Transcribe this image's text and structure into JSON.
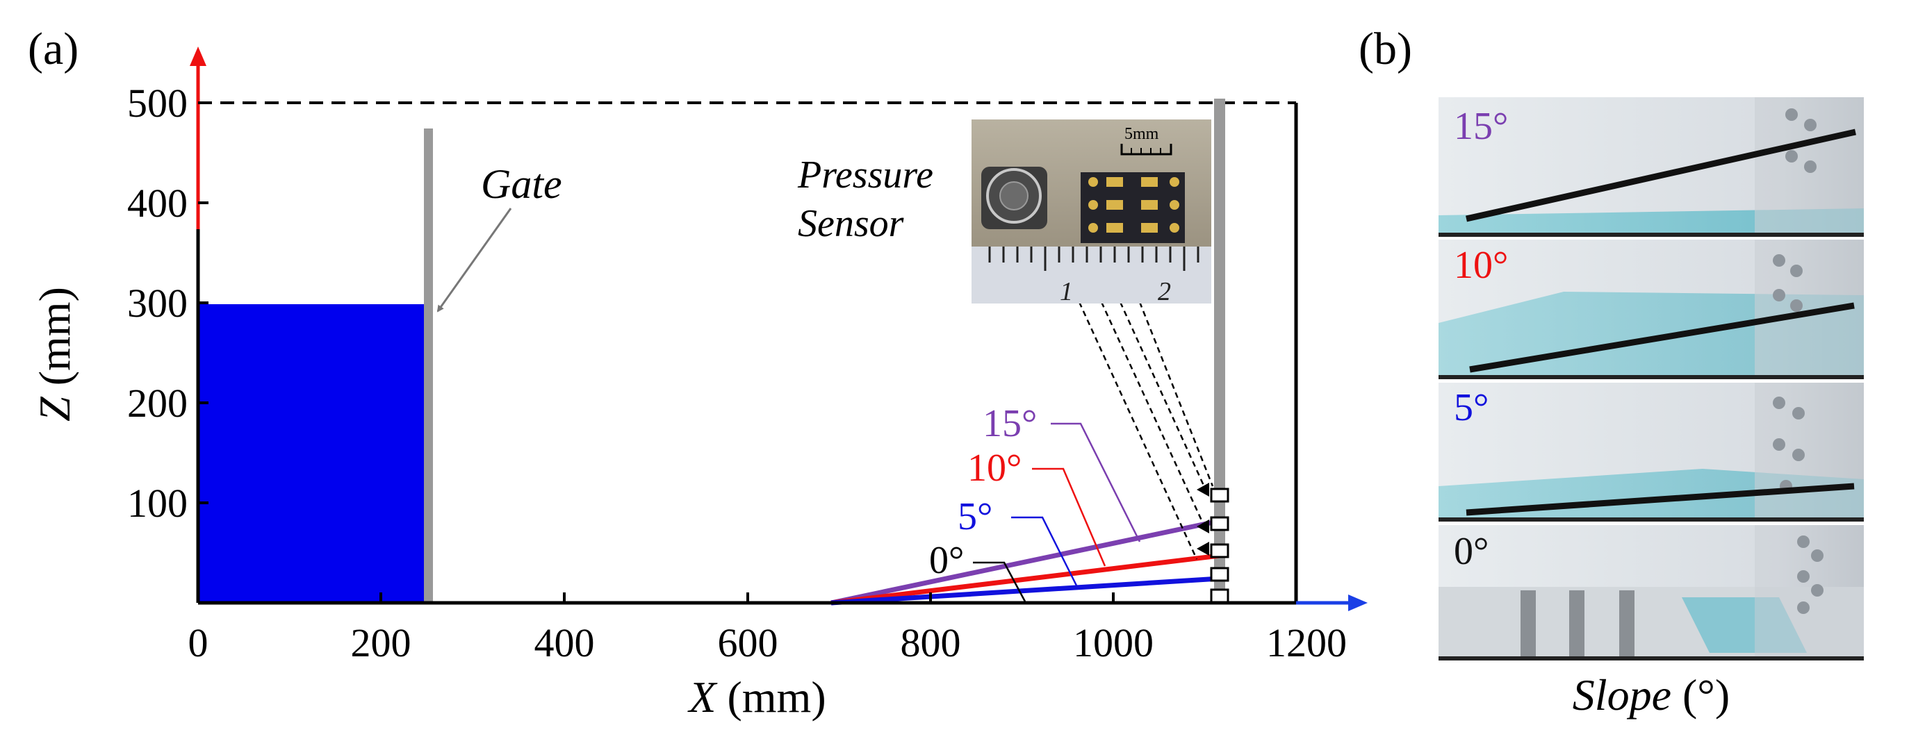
{
  "panel_a": {
    "label": "(a)",
    "xlabel_var": "X",
    "xlabel_unit": " (mm)",
    "ylabel_var": "Z",
    "ylabel_unit": " (mm)",
    "x_ticks": [
      "0",
      "200",
      "400",
      "600",
      "800",
      "1000",
      "1200"
    ],
    "y_ticks": [
      "100",
      "200",
      "300",
      "400",
      "500"
    ],
    "gate_label": "Gate",
    "sensor_label_1": "Pressure",
    "sensor_label_2": "Sensor",
    "scale_label": "5mm",
    "ruler_labels": [
      "1",
      "2"
    ],
    "slope_labels": [
      "15°",
      "10°",
      "5°",
      "0°"
    ],
    "colors": {
      "water": "#0000ee",
      "slope_15": "#7b3fb0",
      "slope_10": "#ee1111",
      "slope_5": "#1111dd",
      "slope_0": "#000000",
      "x_axis_arrow": "#1a3fe6",
      "z_axis_arrow": "#ee1111",
      "gate": "#999999"
    },
    "geometry_values": {
      "water_depth_mm": 300,
      "gate_x_mm": 250,
      "slope_toe_x_mm": 680,
      "sensor_x_mm": 1110,
      "tank_height_mm": 500,
      "tank_length_mm": 1200,
      "slope_angles_deg": [
        15,
        10,
        5,
        0
      ]
    }
  },
  "panel_b": {
    "label": "(b)",
    "xlabel_var": "Slope",
    "xlabel_unit": " (°)",
    "photo_labels": [
      "15°",
      "10°",
      "5°",
      "0°"
    ],
    "photo_label_colors": [
      "#7b3fb0",
      "#ee1111",
      "#1111dd",
      "#111111"
    ]
  }
}
